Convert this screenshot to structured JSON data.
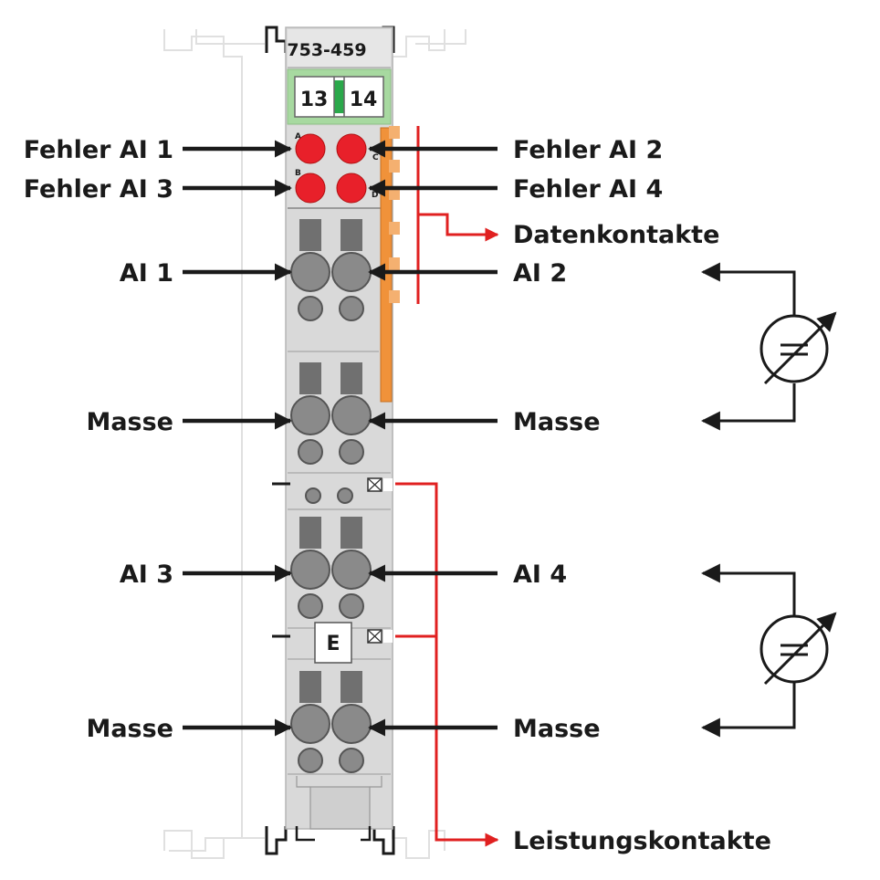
{
  "module": {
    "part_number": "753-459",
    "channel_labels": [
      "13",
      "14"
    ],
    "marker": "E",
    "led_letters": [
      "A",
      "C",
      "B",
      "D"
    ]
  },
  "labels_left": [
    "Fehler AI 1",
    "Fehler AI 3",
    "AI 1",
    "Masse",
    "AI 3",
    "Masse"
  ],
  "labels_right": [
    "Fehler AI 2",
    "Fehler AI 4",
    "Datenkontakte",
    "AI 2",
    "Masse",
    "AI 4",
    "Masse",
    "Leistungskontakte"
  ],
  "colors": {
    "led_red": "#e8202a",
    "arrow_red": "#e02020",
    "housing_gray": "#d9d9d9",
    "label_green": "#a7d9a0",
    "orange_strip": "#f0923a",
    "terminal_gray": "#8a8a8a",
    "ghost_outline": "#e0e0e0"
  },
  "icons": [
    "sensor-symbol-icon",
    "sensor-symbol-icon"
  ]
}
